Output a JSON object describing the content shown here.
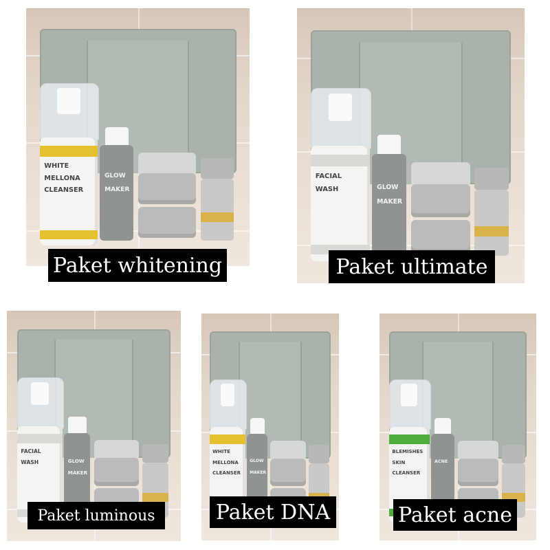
{
  "panels": [
    {
      "caption": "Paket whitening",
      "cleanser_label": [
        "WHITE",
        "MELLONA",
        "CLEANSER"
      ],
      "cleanser_band": "#e6c12f",
      "toner_label": [
        "GLOW",
        "MAKER"
      ]
    },
    {
      "caption": "Paket ultimate",
      "cleanser_label": [
        "FACIAL",
        "WASH"
      ],
      "cleanser_band": "#d9d9d6",
      "toner_label": [
        "GLOW",
        "MAKER"
      ]
    },
    {
      "caption": "Paket luminous",
      "cleanser_label": [
        "FACIAL",
        "WASH"
      ],
      "cleanser_band": "#d9d9d6",
      "toner_label": [
        "GLOW",
        "MAKER"
      ]
    },
    {
      "caption": "Paket DNA",
      "cleanser_label": [
        "WHITE",
        "MELLONA",
        "CLEANSER"
      ],
      "cleanser_band": "#e6c12f",
      "toner_label": [
        "GLOW",
        "MAKER"
      ]
    },
    {
      "caption": "Paket acne",
      "cleanser_label": [
        "BLEMISHES",
        "SKIN",
        "CLEANSER"
      ],
      "cleanser_band": "#4fae3b",
      "toner_label": [
        "ACNE"
      ]
    }
  ],
  "colors": {
    "caption_bg": "#000000",
    "caption_text": "#ffffff",
    "pouch": "#a9b3ab",
    "gold_accent": "#d8b24a"
  }
}
